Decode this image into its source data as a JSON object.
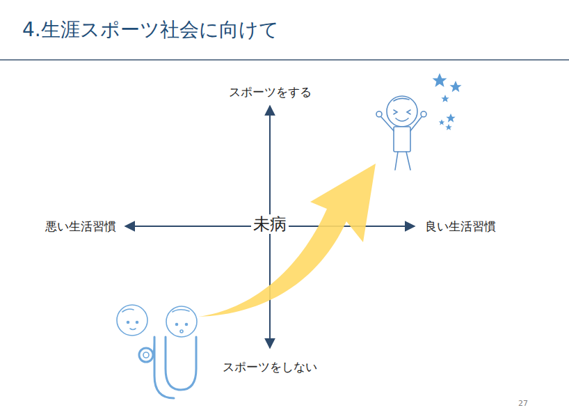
{
  "diagram": {
    "title": "4.生涯スポーツ社会に向けて",
    "labels": [
      "スポーツをする",
      "悪い生活習慣",
      "未病",
      "良い生活習慣",
      "スポーツをしない",
      "27"
    ]
  }
}
